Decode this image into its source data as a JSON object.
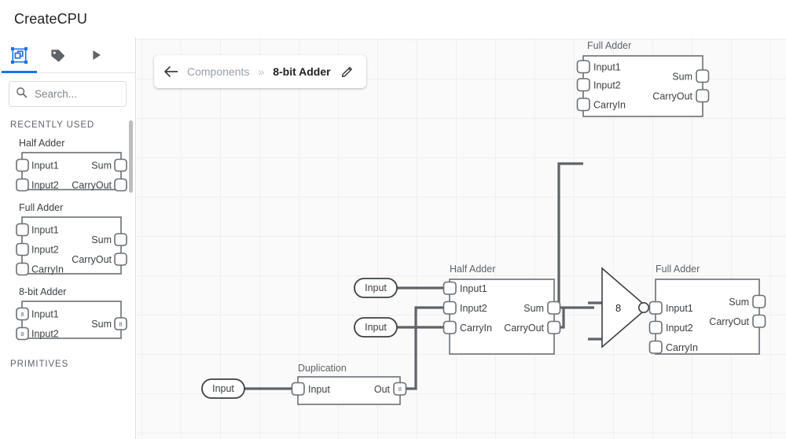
{
  "app": {
    "title": "CreateCPU"
  },
  "sidebar": {
    "tabs": [
      {
        "name": "components-tab",
        "icon": "components-icon",
        "active": true
      },
      {
        "name": "labels-tab",
        "icon": "tag-icon",
        "active": false
      },
      {
        "name": "run-tab",
        "icon": "play-icon",
        "active": false
      }
    ],
    "search": {
      "placeholder": "Search...",
      "value": "",
      "icon": "search-icon"
    },
    "sections": [
      {
        "label": "RECENTLY USED"
      },
      {
        "label": "PRIMITIVES"
      }
    ],
    "recently_used": [
      {
        "title": "Half Adder",
        "inputs": [
          {
            "label": "Input1",
            "width": "1"
          },
          {
            "label": "Input2",
            "width": "1"
          }
        ],
        "outputs": [
          {
            "label": "Sum",
            "width": "1"
          },
          {
            "label": "CarryOut",
            "width": "1"
          }
        ]
      },
      {
        "title": "Full Adder",
        "inputs": [
          {
            "label": "Input1",
            "width": "1"
          },
          {
            "label": "Input2",
            "width": "1"
          },
          {
            "label": "CarryIn",
            "width": "1"
          }
        ],
        "outputs": [
          {
            "label": "Sum",
            "width": "1"
          },
          {
            "label": "CarryOut",
            "width": "1"
          }
        ]
      },
      {
        "title": "8-bit Adder",
        "inputs": [
          {
            "label": "Input1",
            "width": "8"
          },
          {
            "label": "Input2",
            "width": "8"
          }
        ],
        "outputs": [
          {
            "label": "Sum",
            "width": "8"
          }
        ]
      }
    ]
  },
  "breadcrumb": {
    "back_icon": "arrow-left-icon",
    "parent": "Components",
    "separator": "»",
    "current": "8-bit Adder",
    "edit_icon": "pencil-icon"
  },
  "canvas": {
    "grid": true,
    "background": "#fafafa",
    "nodes": [
      {
        "id": "full-adder-top",
        "type": "component",
        "title": "Full Adder",
        "inputs": [
          {
            "label": "Input1",
            "width": "1"
          },
          {
            "label": "Input2",
            "width": "1"
          },
          {
            "label": "CarryIn",
            "width": "1"
          }
        ],
        "outputs": [
          {
            "label": "Sum",
            "width": "1"
          },
          {
            "label": "CarryOut",
            "width": "1"
          }
        ]
      },
      {
        "id": "half-adder-mid",
        "type": "component",
        "title": "Half Adder",
        "inputs": [
          {
            "label": "Input1",
            "width": "1"
          },
          {
            "label": "Input2",
            "width": "1"
          },
          {
            "label": "CarryIn",
            "width": "1"
          }
        ],
        "outputs": [
          {
            "label": "Sum",
            "width": "1"
          },
          {
            "label": "CarryOut",
            "width": "1"
          }
        ]
      },
      {
        "id": "full-adder-right",
        "type": "component",
        "title": "Full Adder",
        "inputs": [
          {
            "label": "Input1",
            "width": "1"
          },
          {
            "label": "Input2",
            "width": "1"
          },
          {
            "label": "CarryIn",
            "width": "1"
          }
        ],
        "outputs": [
          {
            "label": "Sum",
            "width": "1"
          },
          {
            "label": "CarryOut",
            "width": "1"
          }
        ]
      },
      {
        "id": "duplication",
        "type": "component",
        "title": "Duplication",
        "inputs": [
          {
            "label": "Input",
            "width": "1"
          }
        ],
        "outputs": [
          {
            "label": "Out",
            "width": "8"
          }
        ]
      },
      {
        "id": "bus-gate",
        "type": "triangle-gate",
        "label": "8",
        "inverted": true
      },
      {
        "id": "input-pin-1",
        "type": "pin",
        "label": "Input"
      },
      {
        "id": "input-pin-2",
        "type": "pin",
        "label": "Input"
      },
      {
        "id": "input-pin-3",
        "type": "pin",
        "label": "Input"
      }
    ]
  },
  "colors": {
    "accent": "#1a73e8",
    "wire": "#5f6368",
    "node_border": "#6b6f73",
    "canvas_bg": "#fafafa",
    "grid_line": "#efefef",
    "text_primary": "#202124",
    "text_secondary": "#5f6368"
  }
}
